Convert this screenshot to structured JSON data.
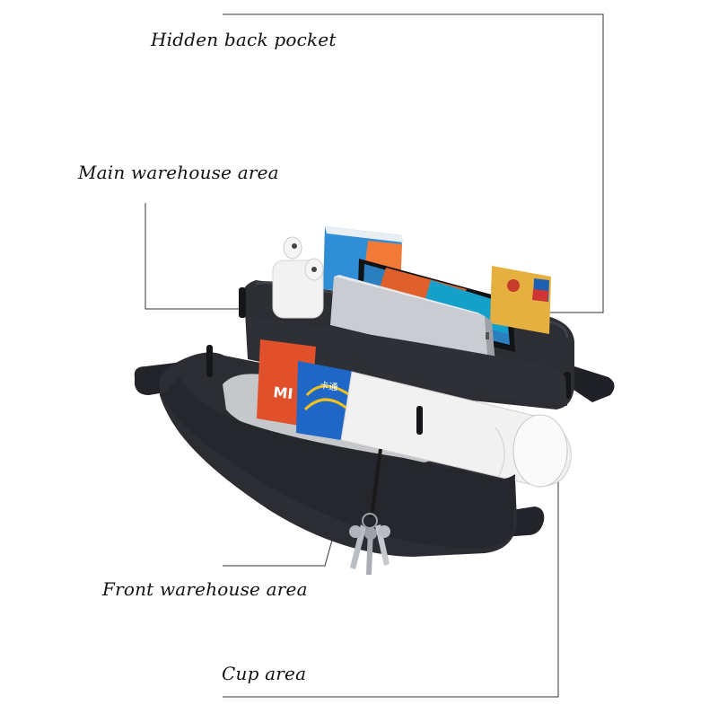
{
  "callouts": {
    "hidden_back_pocket": "Hidden back pocket",
    "main_warehouse_area": "Main warehouse area",
    "front_warehouse_area": "Front warehouse area",
    "cup_area": "Cup area"
  },
  "items": {
    "xiaomi_card_text": "MI",
    "transit_card_text": "卡通"
  },
  "colors": {
    "background": "#ffffff",
    "bag_body": "#2b2d33",
    "bag_dark": "#1d1f24",
    "leader_line": "#333333",
    "xiaomi_orange": "#e0502a",
    "transit_blue": "#1f67c7",
    "bank_card_gold": "#e6b040",
    "box_blue": "#2f8ed6",
    "powerbank_silver": "#c9ccd1"
  },
  "icons": {
    "earbuds": "wireless-earbuds-case",
    "keys": "key-ring",
    "phone": "smartphone"
  }
}
